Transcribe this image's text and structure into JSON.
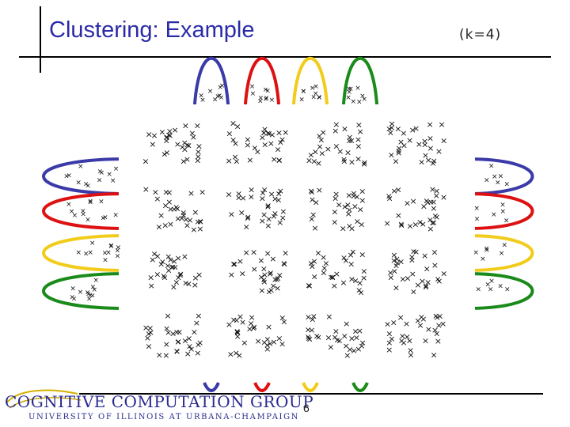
{
  "slide": {
    "title": "Clustering: Example",
    "k_label": "(k=4)",
    "page_number": "6"
  },
  "logo": {
    "line1": "COGNITIVE COMPUTATION GROUP",
    "line2": "UNIVERSITY OF ILLINOIS AT URBANA-CHAMPAIGN"
  },
  "figure": {
    "grid_rows": 4,
    "grid_cols": 4,
    "point_glyph": "×",
    "cluster_colors": [
      "#3a3aa8",
      "#dd1111",
      "#f2cc1a",
      "#1a8a1a"
    ]
  }
}
